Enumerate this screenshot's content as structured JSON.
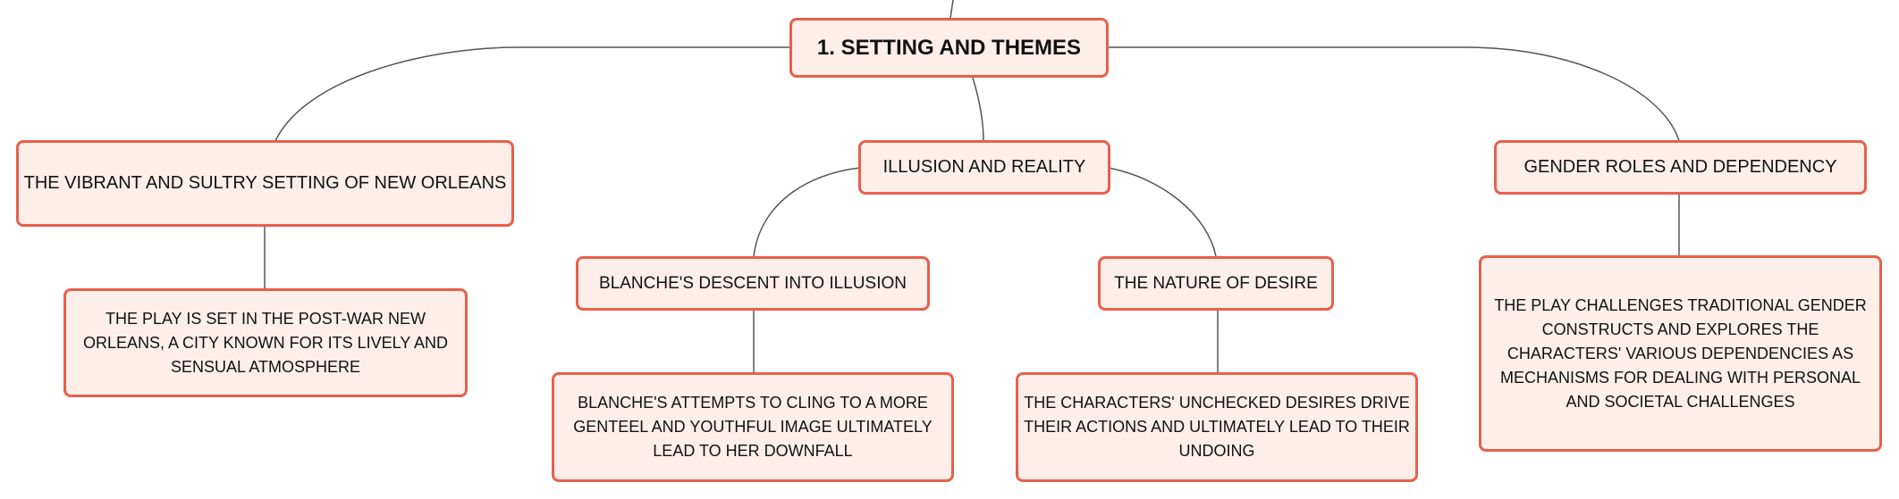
{
  "root": {
    "label": "1. SETTING AND THEMES"
  },
  "branches": [
    {
      "label": "THE VIBRANT AND SULTRY SETTING OF NEW ORLEANS",
      "detail": "THE PLAY IS SET IN THE POST-WAR NEW ORLEANS, A CITY KNOWN FOR ITS LIVELY AND SENSUAL ATMOSPHERE"
    },
    {
      "label": "ILLUSION AND REALITY",
      "children": [
        {
          "label": "BLANCHE'S DESCENT INTO ILLUSION",
          "detail": "BLANCHE'S ATTEMPTS TO CLING TO A MORE GENTEEL AND YOUTHFUL IMAGE ULTIMATELY LEAD TO HER DOWNFALL"
        },
        {
          "label": "THE NATURE OF DESIRE",
          "detail": "THE CHARACTERS' UNCHECKED DESIRES DRIVE THEIR ACTIONS AND ULTIMATELY LEAD TO THEIR UNDOING"
        }
      ]
    },
    {
      "label": "GENDER ROLES AND DEPENDENCY",
      "detail": "THE PLAY CHALLENGES TRADITIONAL GENDER CONSTRUCTS AND EXPLORES THE CHARACTERS' VARIOUS DEPENDENCIES AS MECHANISMS FOR DEALING WITH PERSONAL AND SOCIETAL CHALLENGES"
    }
  ],
  "colors": {
    "node_fill": "#fdeeea",
    "node_border": "#e8604a",
    "connector": "#555555",
    "text": "#111111"
  }
}
